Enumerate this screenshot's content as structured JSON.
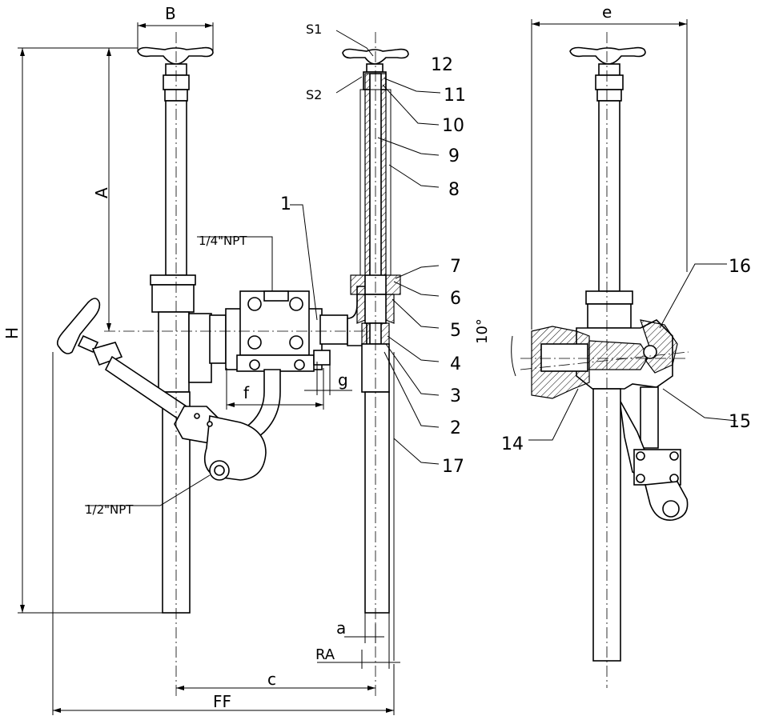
{
  "dimensions": {
    "B": "B",
    "e": "e",
    "A": "A",
    "H": "H",
    "c": "c",
    "FF": "FF",
    "f": "f",
    "g": "g",
    "a": "a",
    "RA": "RA",
    "angle": "10°"
  },
  "threads": {
    "quarter": "1/4\"NPT",
    "half": "1/2\"NPT"
  },
  "parts": {
    "p1": "1",
    "p2": "2",
    "p3": "3",
    "p4": "4",
    "p5": "5",
    "p6": "6",
    "p7": "7",
    "p8": "8",
    "p9": "9",
    "p10": "10",
    "p11": "11",
    "p12": "12",
    "p14": "14",
    "p15": "15",
    "p16": "16",
    "p17": "17",
    "s1": "S1",
    "s2": "S2"
  }
}
